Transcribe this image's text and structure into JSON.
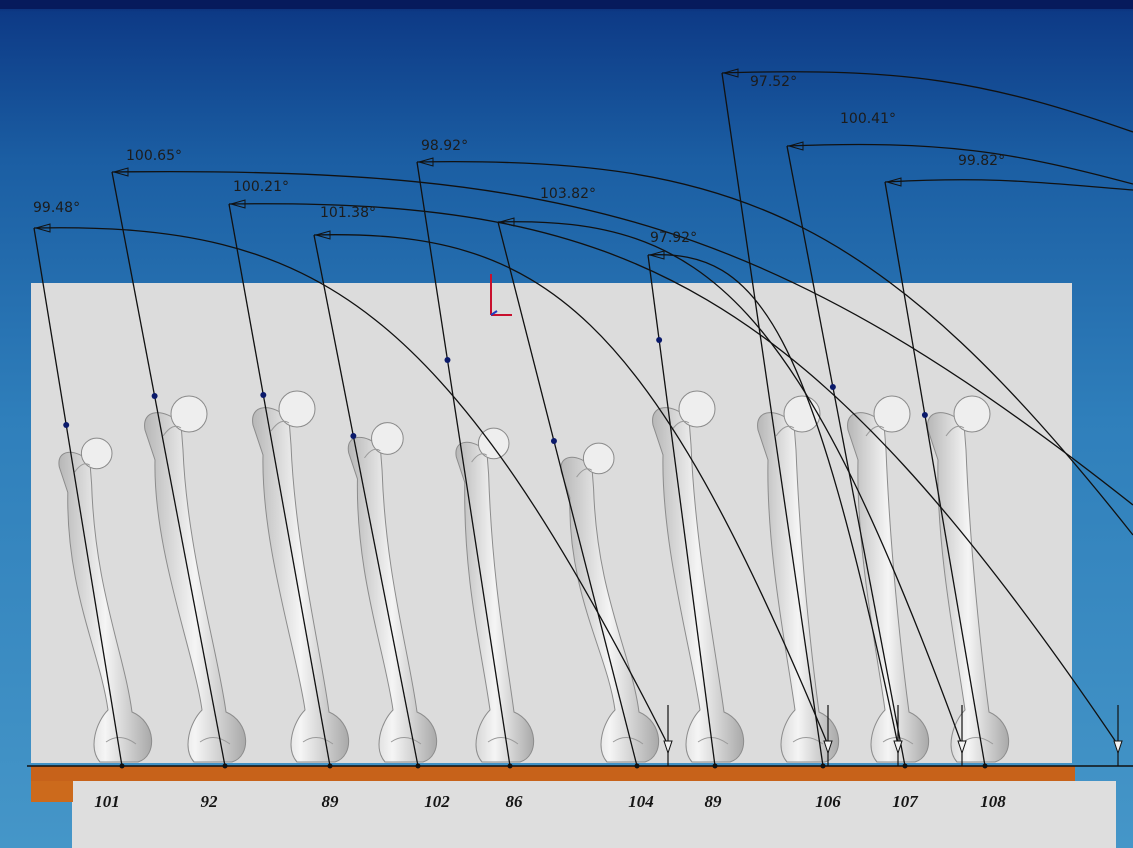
{
  "angles": [
    "97.52°",
    "100.41°",
    "99.82°",
    "100.65°",
    "98.92°",
    "100.21°",
    "103.82°",
    "99.48°",
    "101.38°",
    "97.92°"
  ],
  "bone_ids": [
    "101",
    "92",
    "89",
    "102",
    "86",
    "104",
    "89",
    "106",
    "107",
    "108"
  ],
  "colors": {
    "background": "#1b5ea3",
    "panel": "#dcdcdc",
    "base_bar": "#c7621a",
    "line": "#111111"
  }
}
